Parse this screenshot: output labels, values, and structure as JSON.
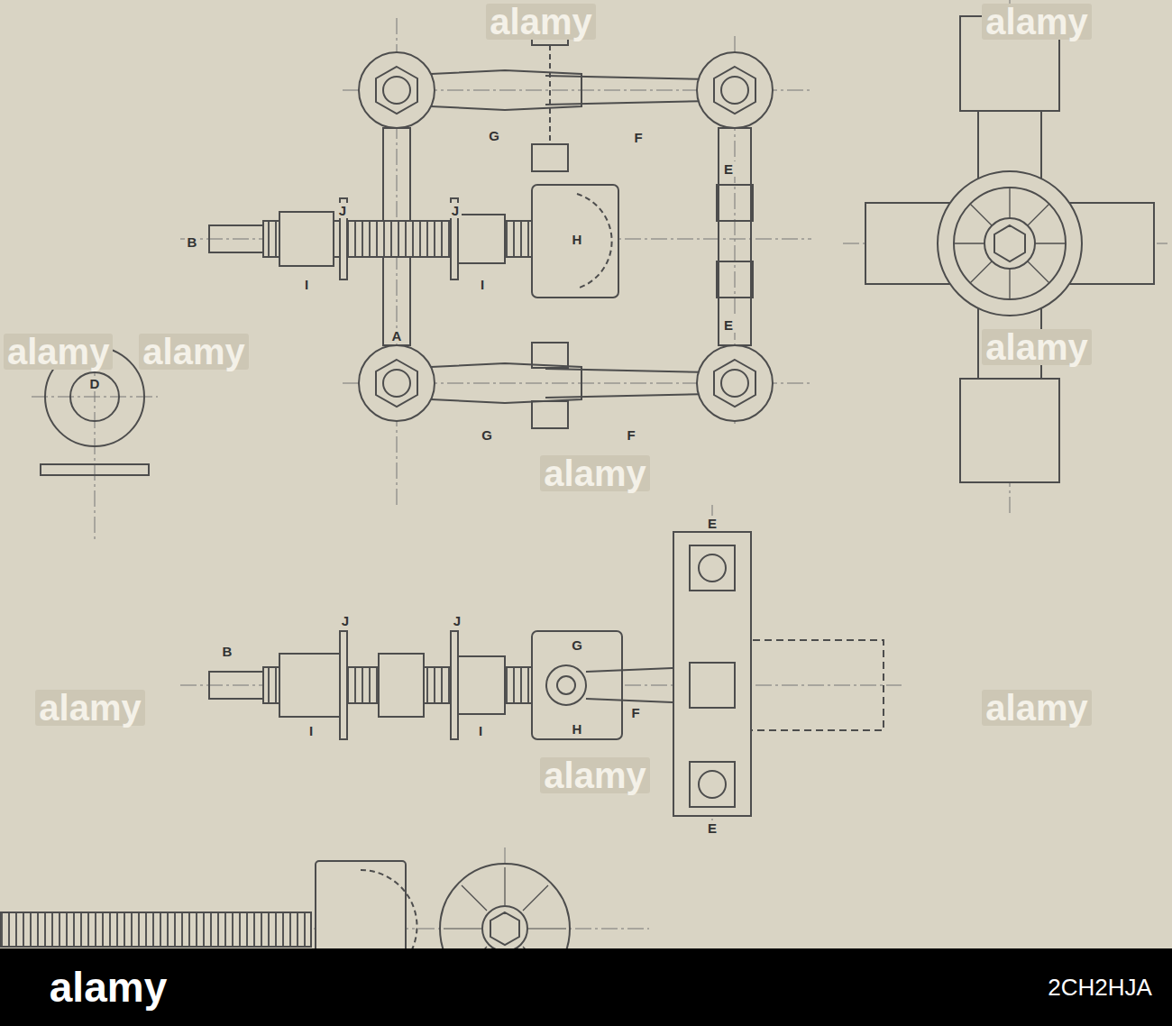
{
  "diagram": {
    "labels": [
      "alamy",
      "alamy",
      "G",
      "F",
      "E",
      "J",
      "J",
      "B",
      "H",
      "alamy",
      "alamy",
      "alamy",
      "A",
      "I",
      "I",
      "D",
      "G",
      "F",
      "E",
      "alamy",
      "J",
      "J",
      "B",
      "G",
      "E",
      "F",
      "I",
      "I",
      "H",
      "E",
      "alamy",
      "alamy",
      "alamy",
      "alamy",
      "2CH2HJA"
    ]
  }
}
